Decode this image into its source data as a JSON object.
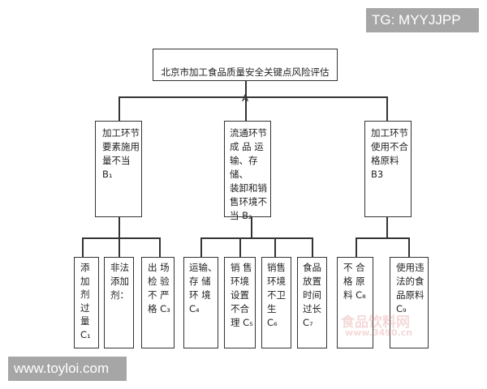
{
  "banners": {
    "top_right": "TG: MYYJJPP",
    "bottom_left": "www.toyloi.com"
  },
  "watermark": {
    "name": "食品饮料网",
    "url": "www.3490.cn"
  },
  "root": {
    "title": "北京市加工食品质量安全关键点风险评估",
    "label": "A"
  },
  "level_b": [
    {
      "text": "加工环节\n要素施用\n量不当 B₁"
    },
    {
      "text": "流通环节\n成 品 运\n输、存储、\n装卸和销\n售环境不\n当 B₂"
    },
    {
      "text": "加工环节\n使用不合\n格原料\nB3"
    }
  ],
  "level_c": [
    {
      "text": "添\n加\n剂\n过\n量\nC₁"
    },
    {
      "text": "非法\n添加\n剂："
    },
    {
      "text": "出 场\n检 验\n不 严\n格 C₃"
    },
    {
      "text": "运输、\n存 储\n环 境\nC₄"
    },
    {
      "text": "销 售\n环境\n设置\n不合\n理 C₅"
    },
    {
      "text": "销售\n环境\n不卫\n生\nC₆"
    },
    {
      "text": "食品\n放置\n时间\n过长\nC₇"
    },
    {
      "text": "不 合\n格 原\n料 C₈"
    },
    {
      "text": "使用违\n法的食\n品原料\nC₉"
    }
  ]
}
